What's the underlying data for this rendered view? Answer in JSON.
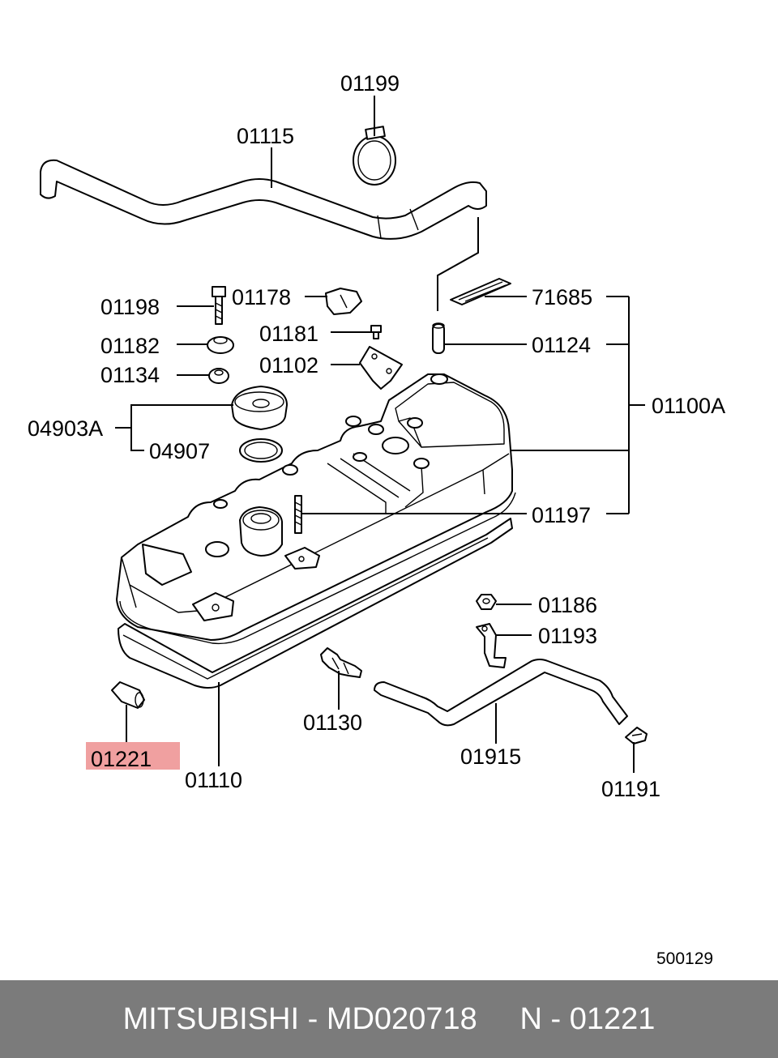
{
  "diagram": {
    "highlight_color": "#f0a0a0",
    "labels": {
      "p01199": "01199",
      "p01115": "01115",
      "p01198": "01198",
      "p01178": "01178",
      "p71685": "71685",
      "p01181": "01181",
      "p01182": "01182",
      "p01124": "01124",
      "p01102": "01102",
      "p01134": "01134",
      "p01100A": "01100A",
      "p04903A": "04903A",
      "p04907": "04907",
      "p01197": "01197",
      "p01186": "01186",
      "p01193": "01193",
      "p01130": "01130",
      "p01915": "01915",
      "p01221": "01221",
      "p01110": "01110",
      "p01191": "01191"
    },
    "diagram_number": "500129"
  },
  "footer": {
    "background": "#7b7b7b",
    "text": "MITSUBISHI - MD020718     N - 01221"
  }
}
